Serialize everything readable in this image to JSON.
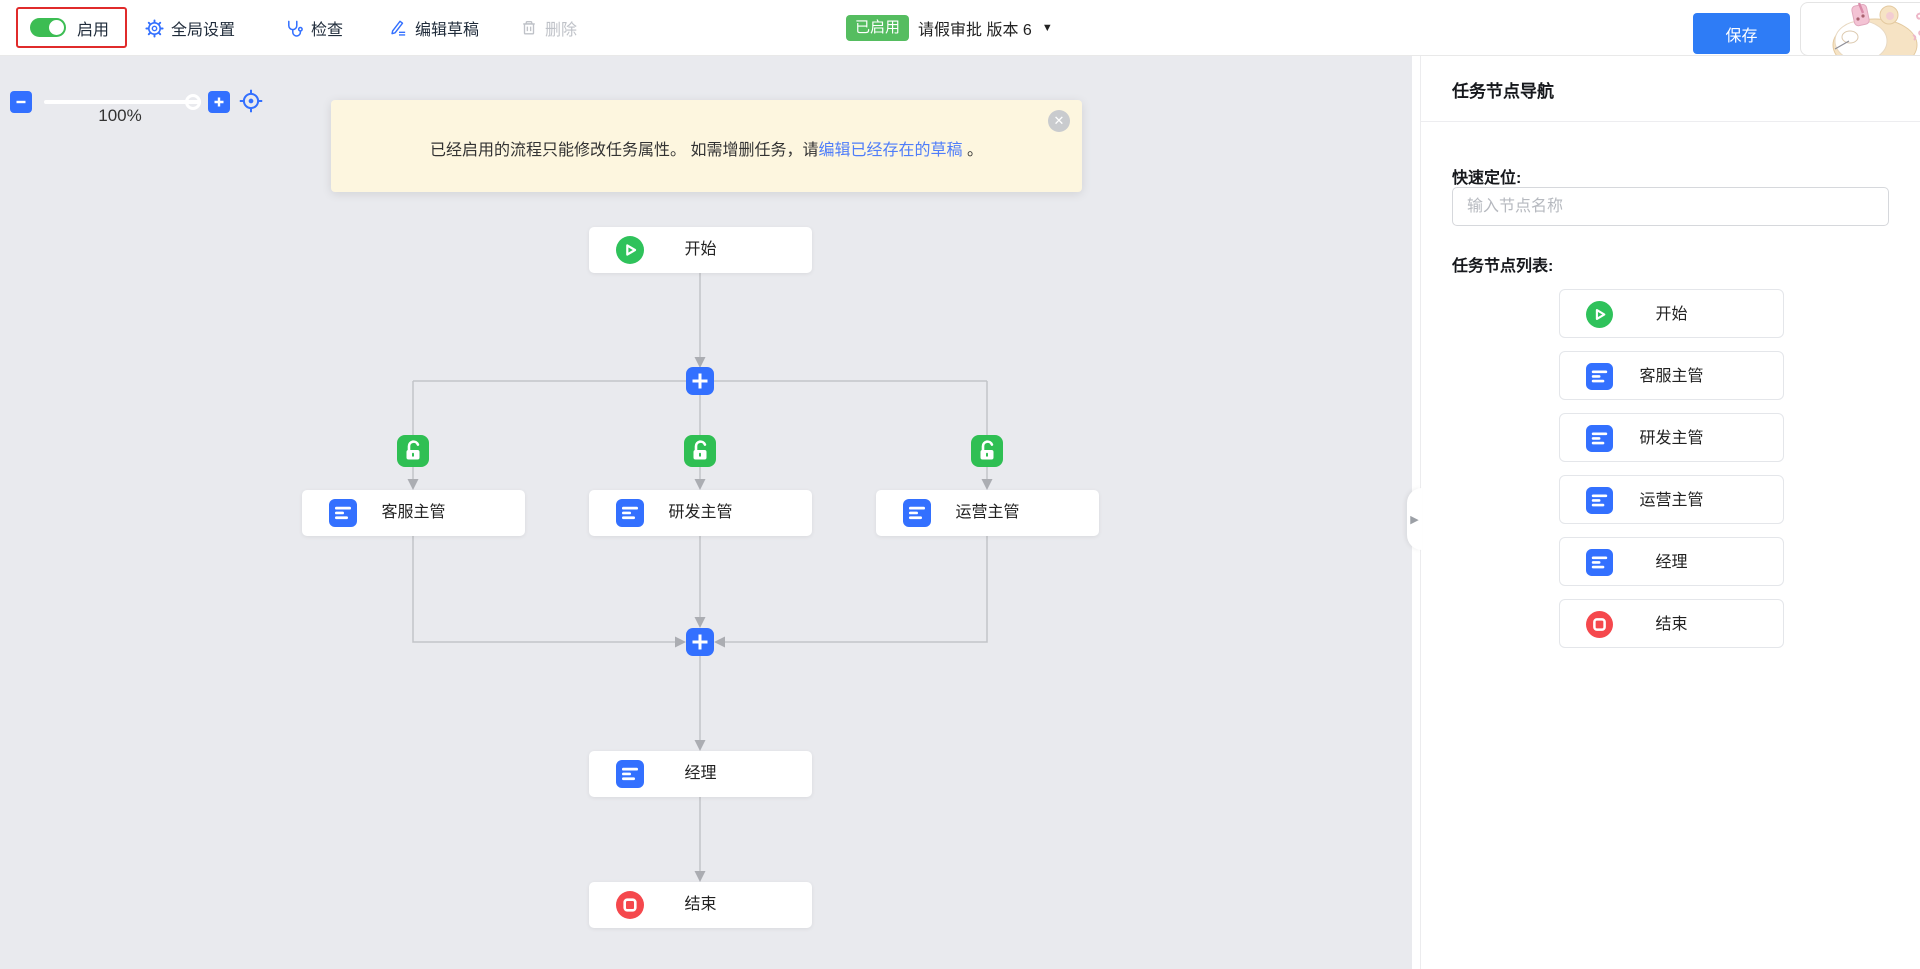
{
  "header": {
    "enable": {
      "label": "启用"
    },
    "menu": [
      {
        "label": "全局设置"
      },
      {
        "label": "检查"
      },
      {
        "label": "编辑草稿"
      },
      {
        "label": "删除"
      }
    ],
    "status_badge": "已启用",
    "flow_title": "请假审批 版本 6",
    "save_label": "保存"
  },
  "canvas": {
    "zoom_percent": "100%",
    "alert": {
      "text": "已经启用的流程只能修改任务属性。 如需增删任务，请",
      "link": "编辑已经存在的草稿",
      "suffix": " 。"
    }
  },
  "flow": {
    "nodes": [
      {
        "label": "开始",
        "type": "start"
      },
      {
        "label": "客服主管",
        "type": "task"
      },
      {
        "label": "研发主管",
        "type": "task"
      },
      {
        "label": "运营主管",
        "type": "task"
      },
      {
        "label": "经理",
        "type": "task"
      },
      {
        "label": "结束",
        "type": "end"
      }
    ]
  },
  "sidebar": {
    "title": "任务节点导航",
    "quick_locate_label": "快速定位:",
    "search_placeholder": "输入节点名称",
    "list_label": "任务节点列表:",
    "items": [
      {
        "label": "开始",
        "icon": "play-icon"
      },
      {
        "label": "客服主管",
        "icon": "task-icon"
      },
      {
        "label": "研发主管",
        "icon": "task-icon"
      },
      {
        "label": "运营主管",
        "icon": "task-icon"
      },
      {
        "label": "经理",
        "icon": "task-icon"
      },
      {
        "label": "结束",
        "icon": "stop-icon"
      }
    ]
  },
  "colors": {
    "accent_blue": "#3370ff",
    "node_green": "#2fbf53",
    "badge_green": "#55bd60",
    "node_red": "#f5484d",
    "alert_bg": "#fdf6df",
    "link_blue": "#4f7df9",
    "canvas_bg": "#e9eaee",
    "connector_gray": "#c2c4c8",
    "save_blue": "#2e7cf6",
    "enable_outline_red": "#e02b2b"
  }
}
